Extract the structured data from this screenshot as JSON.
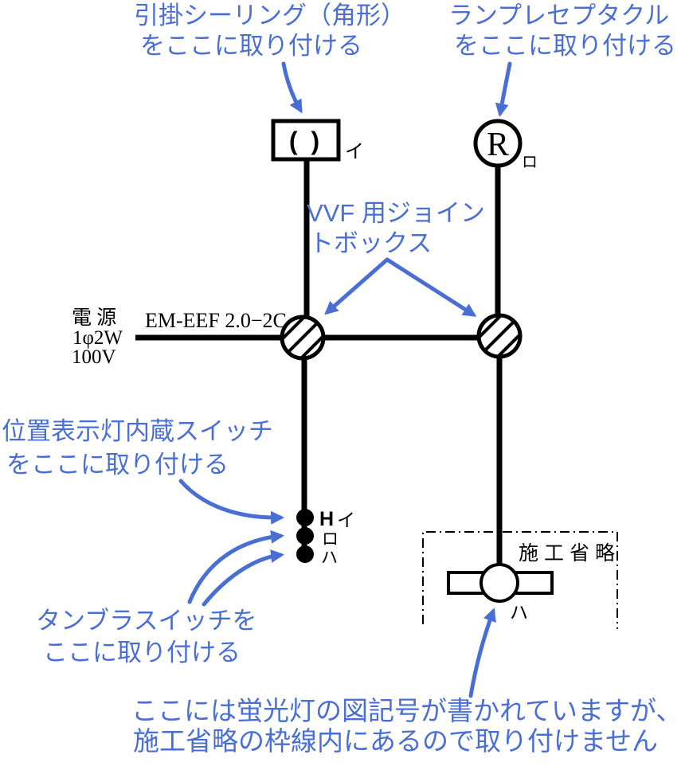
{
  "colors": {
    "annotation_blue": "#4a6fd4",
    "line_black": "#000000",
    "background": "#ffffff"
  },
  "annotations": {
    "hikikake_ceiling": {
      "line1": "引掛シーリング（角形）",
      "line2": "をここに取り付ける"
    },
    "lamp_receptacle": {
      "line1": "ランプレセプタクル",
      "line2": "をここに取り付ける"
    },
    "vvf_joint_box": {
      "line1": "VVF 用ジョイン",
      "line2": "トボックス"
    },
    "pilot_lamp_switch": {
      "line1": "位置表示灯内蔵スイッチ",
      "line2": "をここに取り付ける"
    },
    "tumbler_switch": {
      "line1": "タンブラスイッチを",
      "line2": "ここに取り付ける"
    },
    "fluorescent_note": {
      "line1": "ここには蛍光灯の図記号が書かれていますが、",
      "line2": "施工省略の枠線内にあるので取り付けません"
    }
  },
  "labels": {
    "power": {
      "line1": "電 源",
      "line2": "1φ2W",
      "line3": "100V"
    },
    "cable": "EM-EEF 2.0−2C",
    "ceiling_symbol_text": "( )",
    "receptacle_letter": "R",
    "construction_omitted": "施工省略",
    "circuit_ceiling": "イ",
    "circuit_receptacle": "ロ",
    "switch_h_mark": "H",
    "switch_circuit_i": "イ",
    "switch_circuit_ro": "ロ",
    "switch_circuit_ha": "ハ",
    "fluorescent_circuit": "ハ"
  }
}
